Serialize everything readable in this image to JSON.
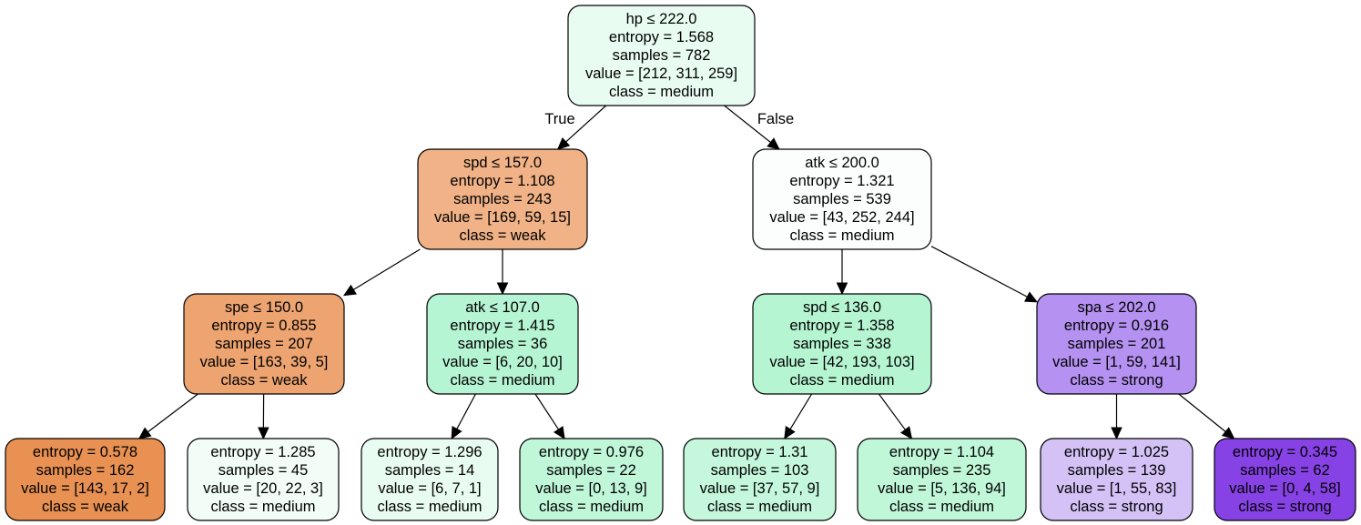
{
  "edge_labels": {
    "left": "True",
    "right": "False"
  },
  "nodes": [
    {
      "id": "root",
      "fill": "#e9fcf2",
      "lines": [
        "hp ≤ 222.0",
        "entropy = 1.568",
        "samples = 782",
        "value = [212, 311, 259]",
        "class = medium"
      ]
    },
    {
      "id": "n1",
      "fill": "#f0b286",
      "lines": [
        "spd ≤ 157.0",
        "entropy = 1.108",
        "samples = 243",
        "value = [169, 59, 15]",
        "class = weak"
      ]
    },
    {
      "id": "n2",
      "fill": "#fbfefc",
      "lines": [
        "atk ≤ 200.0",
        "entropy = 1.321",
        "samples = 539",
        "value = [43, 252, 244]",
        "class = medium"
      ]
    },
    {
      "id": "n3",
      "fill": "#eda470",
      "lines": [
        "spe ≤ 150.0",
        "entropy = 0.855",
        "samples = 207",
        "value = [163, 39, 5]",
        "class = weak"
      ]
    },
    {
      "id": "n4",
      "fill": "#b6f5d3",
      "lines": [
        "atk ≤ 107.0",
        "entropy = 1.415",
        "samples = 36",
        "value = [6, 20, 10]",
        "class = medium"
      ]
    },
    {
      "id": "n5",
      "fill": "#b5f5d2",
      "lines": [
        "spd ≤ 136.0",
        "entropy = 1.358",
        "samples = 338",
        "value = [42, 193, 103]",
        "class = medium"
      ]
    },
    {
      "id": "n6",
      "fill": "#b591f1",
      "lines": [
        "spa ≤ 202.0",
        "entropy = 0.916",
        "samples = 201",
        "value = [1, 59, 141]",
        "class = strong"
      ]
    },
    {
      "id": "n7",
      "fill": "#e89152",
      "lines": [
        "entropy = 0.578",
        "samples = 162",
        "value = [143, 17, 2]",
        "class = weak"
      ]
    },
    {
      "id": "n8",
      "fill": "#f1fdf6",
      "lines": [
        "entropy = 1.285",
        "samples = 45",
        "value = [20, 22, 3]",
        "class = medium"
      ]
    },
    {
      "id": "n9",
      "fill": "#e9fcf1",
      "lines": [
        "entropy = 1.296",
        "samples = 14",
        "value = [6, 7, 1]",
        "class = medium"
      ]
    },
    {
      "id": "n10",
      "fill": "#c0f7d9",
      "lines": [
        "entropy = 0.976",
        "samples = 22",
        "value = [0, 13, 9]",
        "class = medium"
      ]
    },
    {
      "id": "n11",
      "fill": "#c4f7db",
      "lines": [
        "entropy = 1.31",
        "samples = 103",
        "value = [37, 57, 9]",
        "class = medium"
      ]
    },
    {
      "id": "n12",
      "fill": "#c0f7d8",
      "lines": [
        "entropy = 1.104",
        "samples = 235",
        "value = [5, 136, 94]",
        "class = medium"
      ]
    },
    {
      "id": "n13",
      "fill": "#d4c1f6",
      "lines": [
        "entropy = 1.025",
        "samples = 139",
        "value = [1, 55, 83]",
        "class = strong"
      ]
    },
    {
      "id": "n14",
      "fill": "#8742e6",
      "lines": [
        "entropy = 0.345",
        "samples = 62",
        "value = [0, 4, 58]",
        "class = strong"
      ]
    }
  ],
  "edges": [
    [
      "root",
      "n1"
    ],
    [
      "root",
      "n2"
    ],
    [
      "n1",
      "n3"
    ],
    [
      "n1",
      "n4"
    ],
    [
      "n2",
      "n5"
    ],
    [
      "n2",
      "n6"
    ],
    [
      "n3",
      "n7"
    ],
    [
      "n3",
      "n8"
    ],
    [
      "n4",
      "n9"
    ],
    [
      "n4",
      "n10"
    ],
    [
      "n5",
      "n11"
    ],
    [
      "n5",
      "n12"
    ],
    [
      "n6",
      "n13"
    ],
    [
      "n6",
      "n14"
    ]
  ]
}
